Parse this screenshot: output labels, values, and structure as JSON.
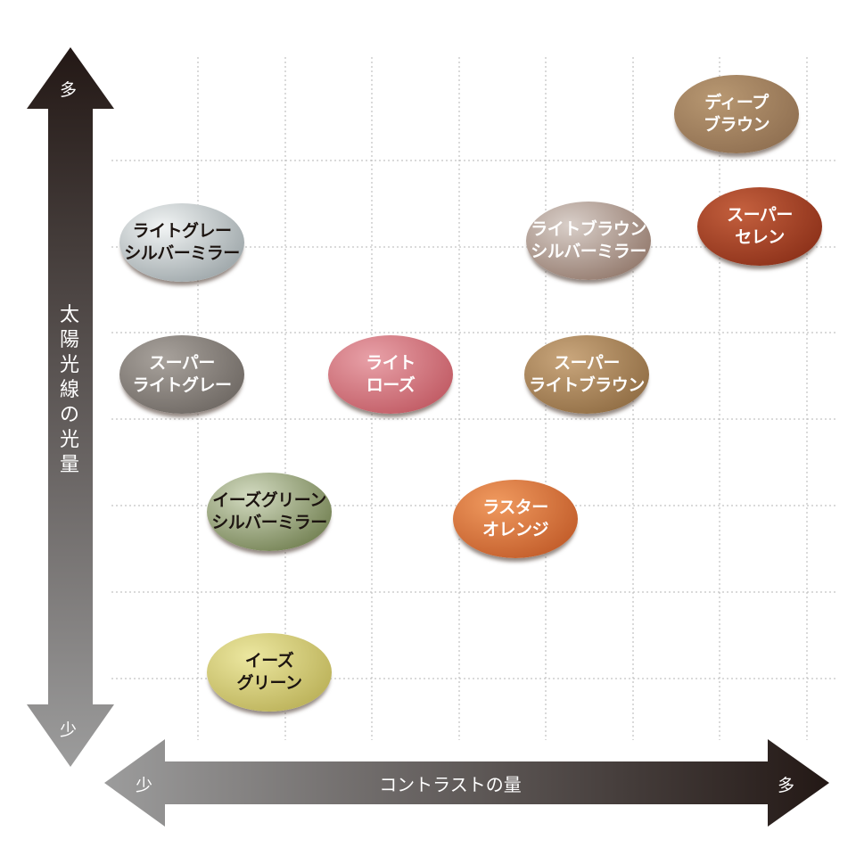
{
  "y_axis": {
    "title_chars": [
      "太",
      "陽",
      "光",
      "線",
      "の",
      "光",
      "量"
    ],
    "top_label": "多",
    "bottom_label": "少"
  },
  "x_axis": {
    "title": "コントラストの量",
    "left_label": "少",
    "right_label": "多"
  },
  "lenses": [
    {
      "line1": "ディープ",
      "line2": "ブラウン",
      "text_color": "light",
      "colors": [
        "#b89872",
        "#8e6e50"
      ]
    },
    {
      "line1": "ライトグレー",
      "line2": "シルバーミラー",
      "text_color": "dark",
      "colors": [
        "#f1f4f4",
        "#9aa3a6"
      ]
    },
    {
      "line1": "ライトブラウン",
      "line2": "シルバーミラー",
      "text_color": "light",
      "colors": [
        "#d9cfc9",
        "#907669"
      ]
    },
    {
      "line1": "スーパー",
      "line2": "セレン",
      "text_color": "light",
      "colors": [
        "#c4603e",
        "#8a2f18"
      ]
    },
    {
      "line1": "スーパー",
      "line2": "ライトグレー",
      "text_color": "light",
      "colors": [
        "#a8a29c",
        "#6c6661"
      ]
    },
    {
      "line1": "ライト",
      "line2": "ローズ",
      "text_color": "light",
      "colors": [
        "#e8a1a8",
        "#bf5861"
      ]
    },
    {
      "line1": "スーパー",
      "line2": "ライトブラウン",
      "text_color": "light",
      "colors": [
        "#c9a67c",
        "#8e6b42"
      ]
    },
    {
      "line1": "イーズグリーン",
      "line2": "シルバーミラー",
      "text_color": "dark",
      "colors": [
        "#d3dbc1",
        "#6f7d4e"
      ]
    },
    {
      "line1": "ラスター",
      "line2": "オレンジ",
      "text_color": "light",
      "colors": [
        "#f09a5f",
        "#c05a28"
      ]
    },
    {
      "line1": "イーズ",
      "line2": "グリーン",
      "text_color": "dark",
      "colors": [
        "#ece7a0",
        "#b9af56"
      ]
    }
  ]
}
